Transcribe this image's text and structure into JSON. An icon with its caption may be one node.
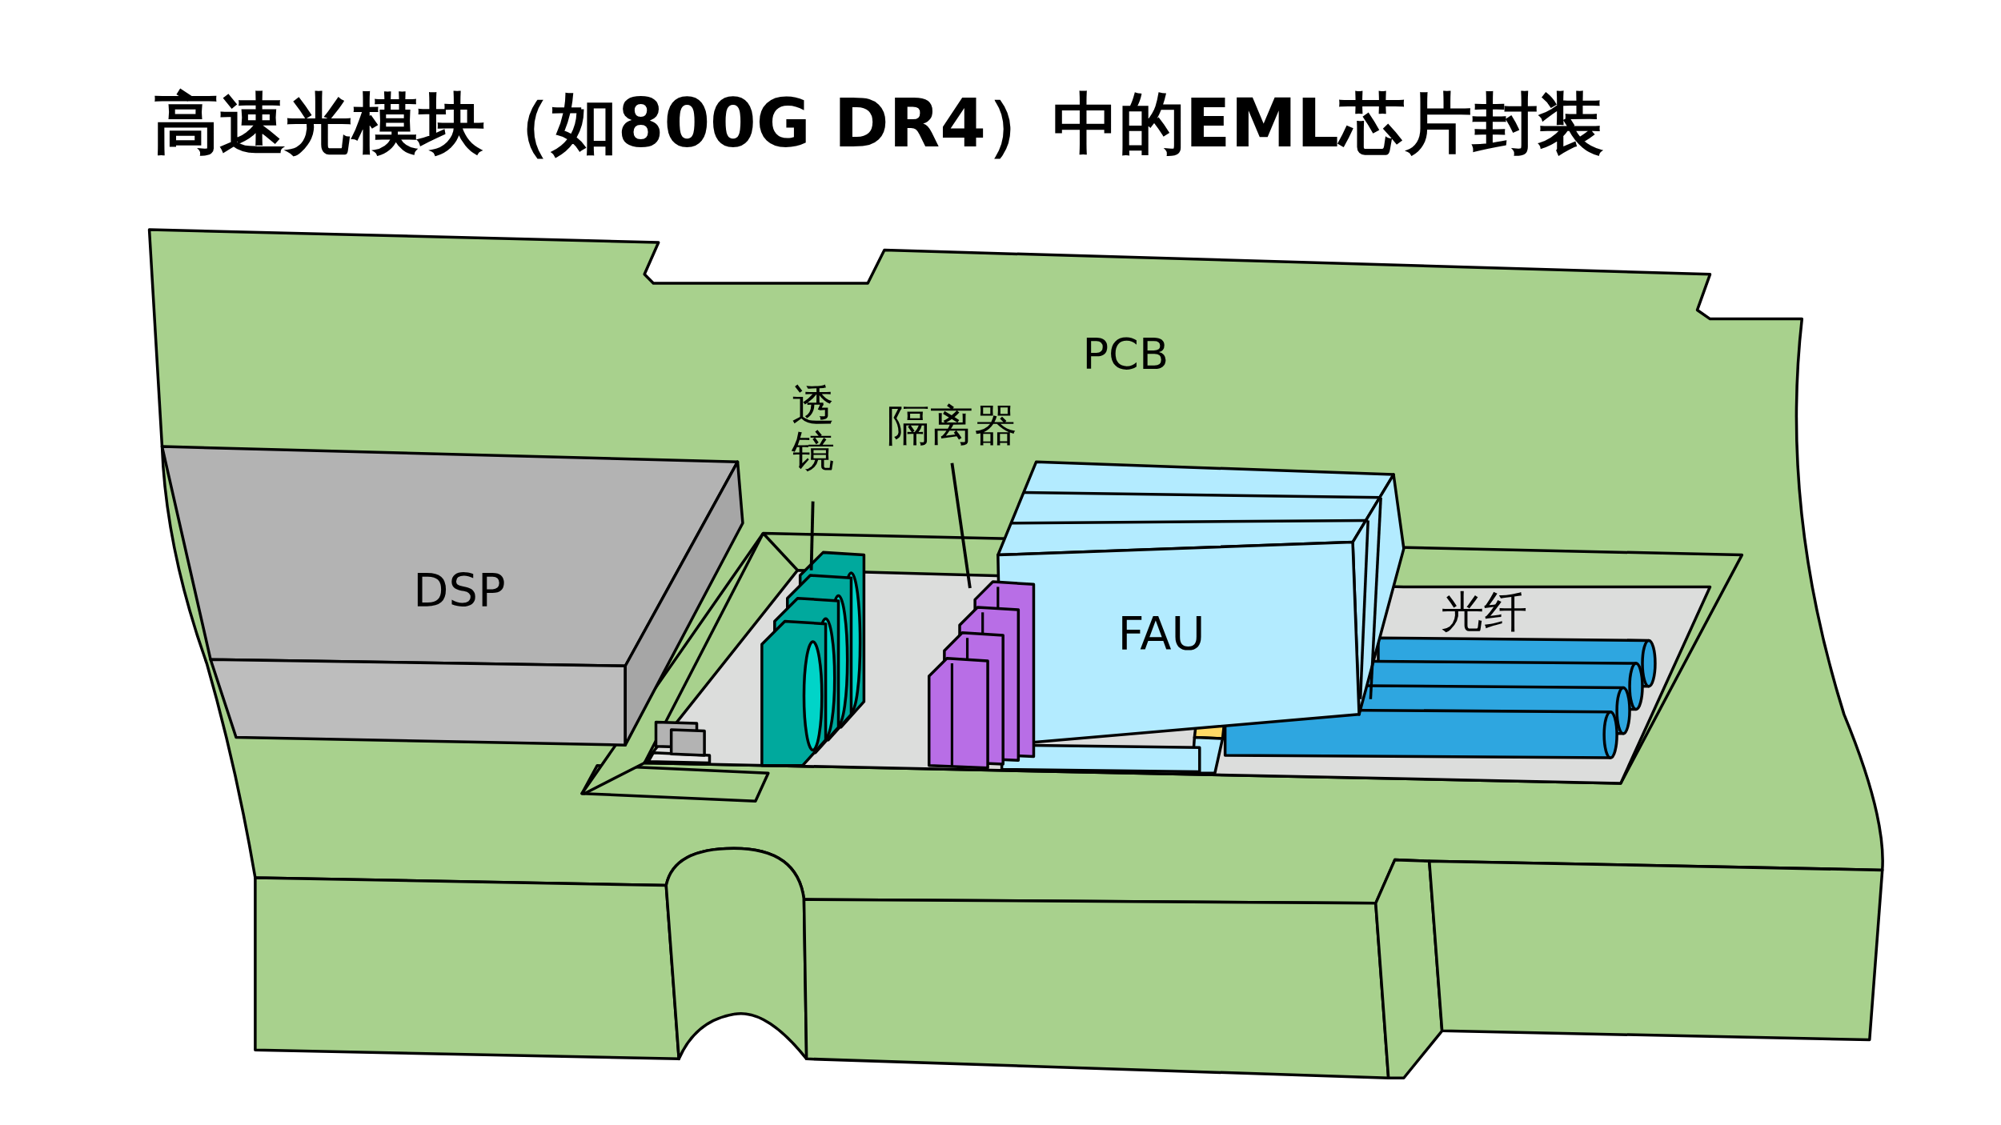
{
  "diagram": {
    "title": "高速光模块（如800G DR4）中的EML芯片封装",
    "nodes": [
      {
        "text": [
          "PCB"
        ]
      },
      {
        "text": [
          "DSP"
        ],
        "in": 0
      },
      {
        "text": [
          "FAU"
        ],
        "in": 0
      },
      {
        "text": [
          "透镜"
        ],
        "in": 0
      },
      {
        "text": [],
        "shape": "picture",
        "in": 0
      },
      {
        "text": [
          "隔离器"
        ],
        "in": 0
      },
      {
        "text": [],
        "shape": "picture",
        "in": 0
      }
    ],
    "edges": [
      {
        "from": 3,
        "to": 4,
        "arrow": "none"
      },
      {
        "from": 5,
        "to": 6,
        "arrow": "none"
      }
    ],
    "labels": [
      "光纤"
    ]
  }
}
